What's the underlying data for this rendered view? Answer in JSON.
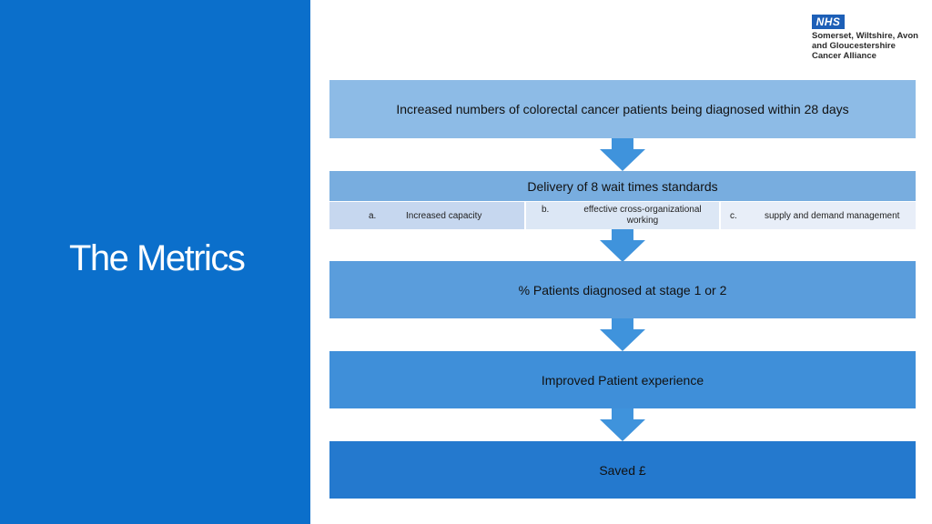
{
  "slide": {
    "title": "The Metrics"
  },
  "logo": {
    "badge": "NHS",
    "lines": [
      "Somerset, Wiltshire, Avon",
      "and Gloucestershire",
      "Cancer Alliance"
    ]
  },
  "flow": {
    "step1": "Increased numbers of colorectal cancer patients being diagnosed within 28 days",
    "step2": {
      "label": "Delivery of 8 wait times standards",
      "items": [
        {
          "letter": "a.",
          "text": "Increased capacity"
        },
        {
          "letter": "b.",
          "text": "effective cross-organizational working"
        },
        {
          "letter": "c.",
          "text": "supply and demand management"
        }
      ]
    },
    "step3": "% Patients diagnosed at stage 1 or 2",
    "step4": "Improved Patient experience",
    "step5": "Saved £"
  },
  "colors": {
    "left_panel": "#0b6fcb",
    "arrow": "#3f93dc"
  }
}
